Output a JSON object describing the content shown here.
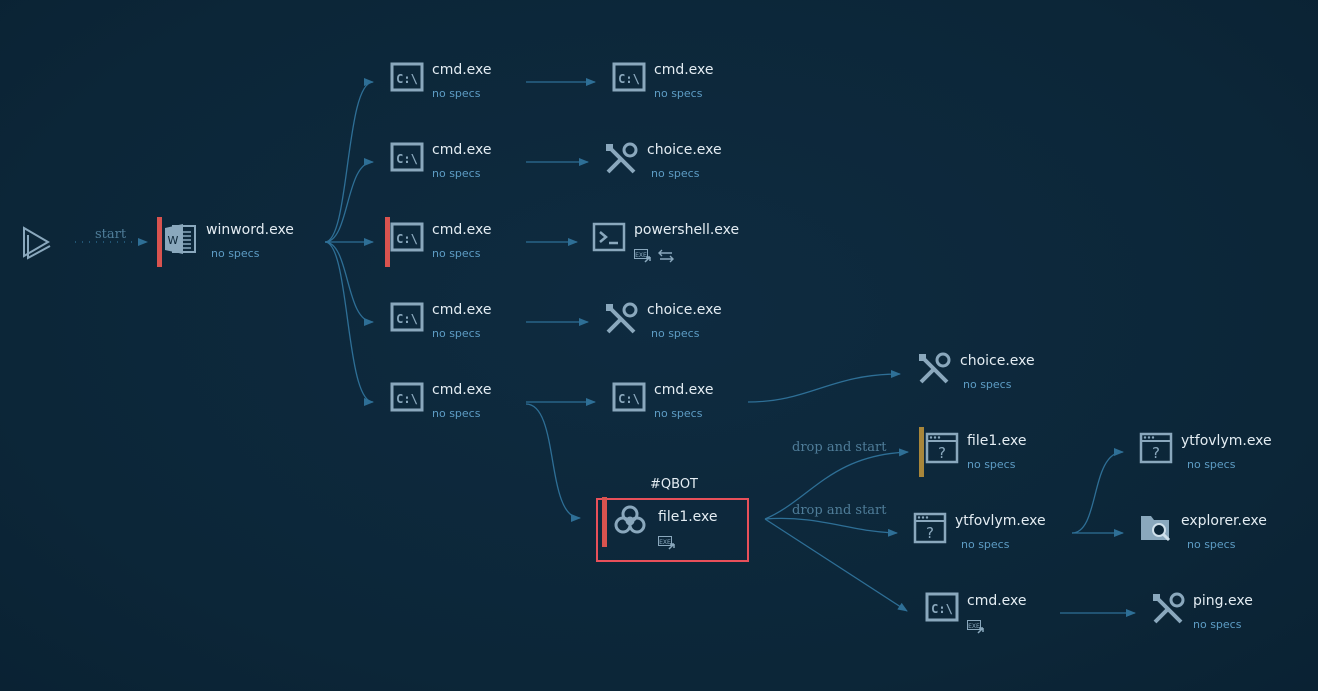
{
  "start_label": "start",
  "edge_labels": [
    "drop and start",
    "drop and start"
  ],
  "tag": "#QBOT",
  "colors": {
    "background": "#0c2638",
    "edge": "#2e6f96",
    "alert": "#d9534f",
    "warning": "#a8863a",
    "highlight": "#e8505a",
    "icon": "#8aa8bd"
  },
  "nodes": [
    {
      "name": "winword.exe",
      "sub": "no specs",
      "icon": "word-icon",
      "flag": "red"
    },
    {
      "name": "cmd.exe",
      "sub": "no specs",
      "icon": "cmd-icon"
    },
    {
      "name": "cmd.exe",
      "sub": "no specs",
      "icon": "cmd-icon"
    },
    {
      "name": "cmd.exe",
      "sub": "no specs",
      "icon": "cmd-icon"
    },
    {
      "name": "choice.exe",
      "sub": "no specs",
      "icon": "tools-icon"
    },
    {
      "name": "cmd.exe",
      "sub": "no specs",
      "icon": "cmd-icon",
      "flag": "red"
    },
    {
      "name": "powershell.exe",
      "icon": "powershell-icon",
      "badges": [
        "exe-icon",
        "network-icon"
      ]
    },
    {
      "name": "cmd.exe",
      "sub": "no specs",
      "icon": "cmd-icon"
    },
    {
      "name": "choice.exe",
      "sub": "no specs",
      "icon": "tools-icon"
    },
    {
      "name": "cmd.exe",
      "sub": "no specs",
      "icon": "cmd-icon"
    },
    {
      "name": "cmd.exe",
      "sub": "no specs",
      "icon": "cmd-icon"
    },
    {
      "name": "choice.exe",
      "sub": "no specs",
      "icon": "tools-icon"
    },
    {
      "name": "file1.exe",
      "sub": "no specs",
      "icon": "unknown-window-icon",
      "flag": "gold"
    },
    {
      "name": "file1.exe",
      "icon": "biohazard-icon",
      "flag": "red",
      "badges": [
        "exe-icon"
      ]
    },
    {
      "name": "ytfovlym.exe",
      "sub": "no specs",
      "icon": "unknown-window-icon"
    },
    {
      "name": "cmd.exe",
      "icon": "cmd-icon",
      "badges": [
        "exe-icon"
      ]
    },
    {
      "name": "ytfovlym.exe",
      "sub": "no specs",
      "icon": "unknown-window-icon"
    },
    {
      "name": "explorer.exe",
      "sub": "no specs",
      "icon": "explorer-icon"
    },
    {
      "name": "ping.exe",
      "sub": "no specs",
      "icon": "tools-icon"
    }
  ]
}
